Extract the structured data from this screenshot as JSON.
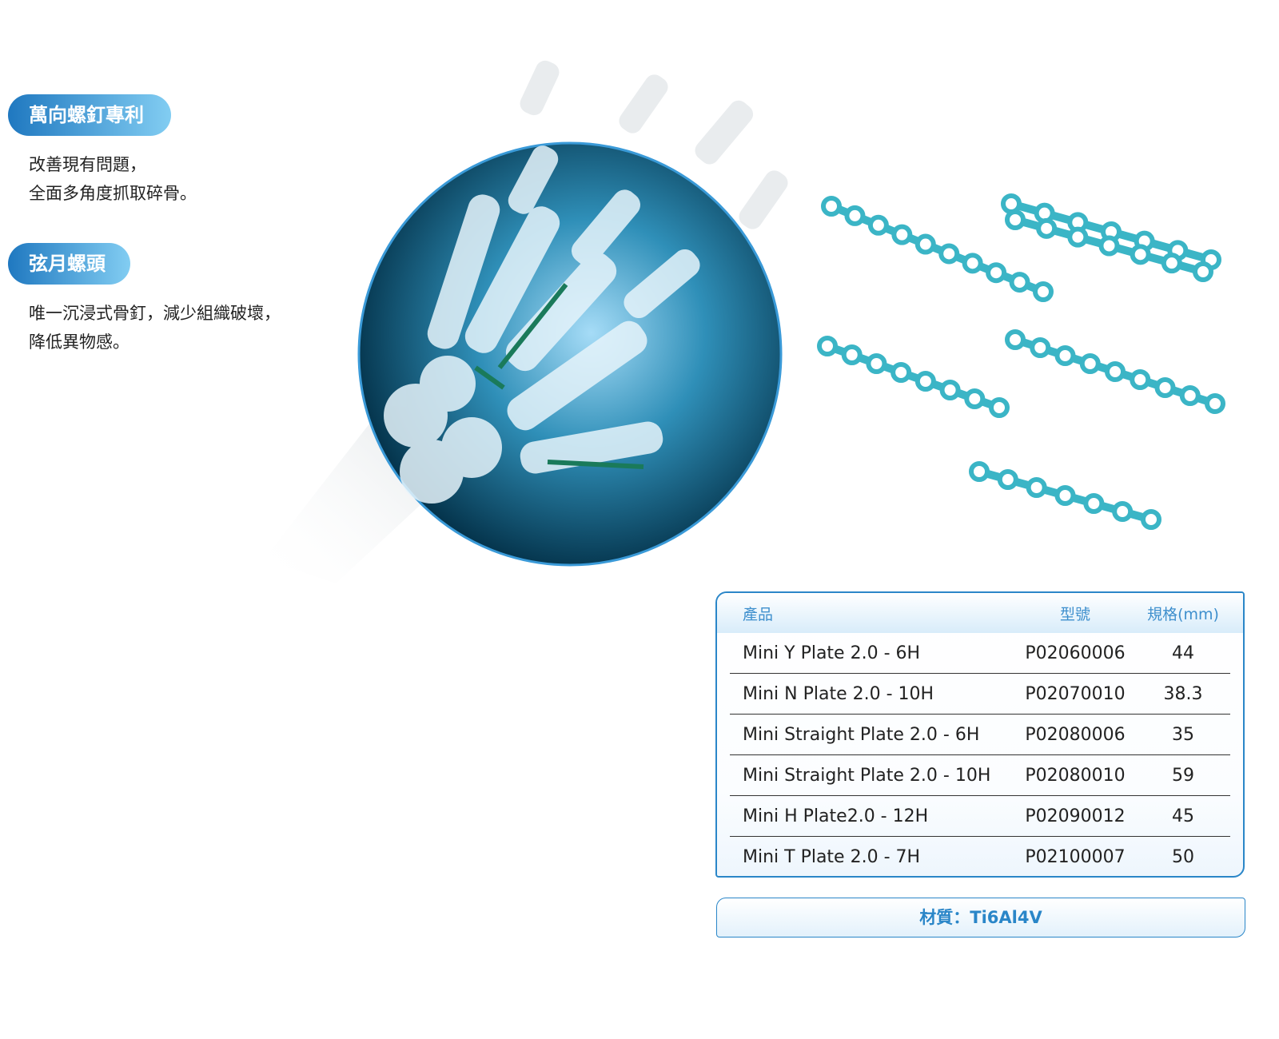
{
  "features": [
    {
      "title": "萬向螺釘專利",
      "lines": [
        "改善現有問題，",
        "全面多角度抓取碎骨。"
      ]
    },
    {
      "title": "弦月螺頭",
      "lines": [
        "唯一沉浸式骨釘，減少組織破壞，",
        "降低異物感。"
      ]
    }
  ],
  "table": {
    "headers": [
      "產品",
      "型號",
      "規格(mm)"
    ],
    "rows": [
      [
        "Mini Y Plate 2.0 - 6H",
        "P02060006",
        "44"
      ],
      [
        "Mini N Plate 2.0 - 10H",
        "P02070010",
        "38.3"
      ],
      [
        "Mini Straight Plate 2.0 - 6H",
        "P02080006",
        "35"
      ],
      [
        "Mini Straight Plate 2.0 - 10H",
        "P02080010",
        "59"
      ],
      [
        "Mini H Plate2.0 - 12H",
        "P02090012",
        "45"
      ],
      [
        "Mini T Plate 2.0 - 7H",
        "P02100007",
        "50"
      ]
    ]
  },
  "material": "材質：Ti6Al4V",
  "colors": {
    "accent": "#2a86c8",
    "plate": "#3bb5c6",
    "xray_dark": "#002a40",
    "xray_light": "#9fd8f5"
  }
}
